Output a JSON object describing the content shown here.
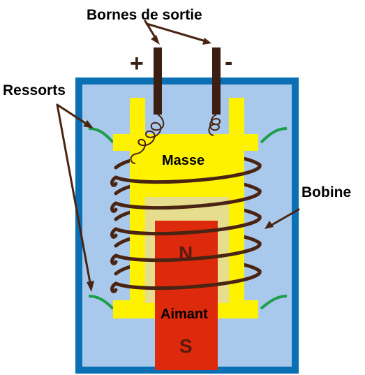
{
  "labels": {
    "output_terminals": "Bornes de sortie",
    "plus": "+",
    "minus": "-",
    "springs": "Ressorts",
    "coil": "Bobine",
    "mass": "Masse",
    "north": "N",
    "magnet": "Aimant",
    "south": "S"
  },
  "colors": {
    "housing_border": "#0a6fb3",
    "housing_fill": "#a9c9ec",
    "mass": "#fff200",
    "gap": "#e6dd8f",
    "magnet": "#dd2a0c",
    "coil": "#4a2412",
    "terminal": "#3b1f12",
    "spring": "#1e9e4a",
    "arrow": "#4a2412",
    "magnet_text": "#5a1a10"
  }
}
